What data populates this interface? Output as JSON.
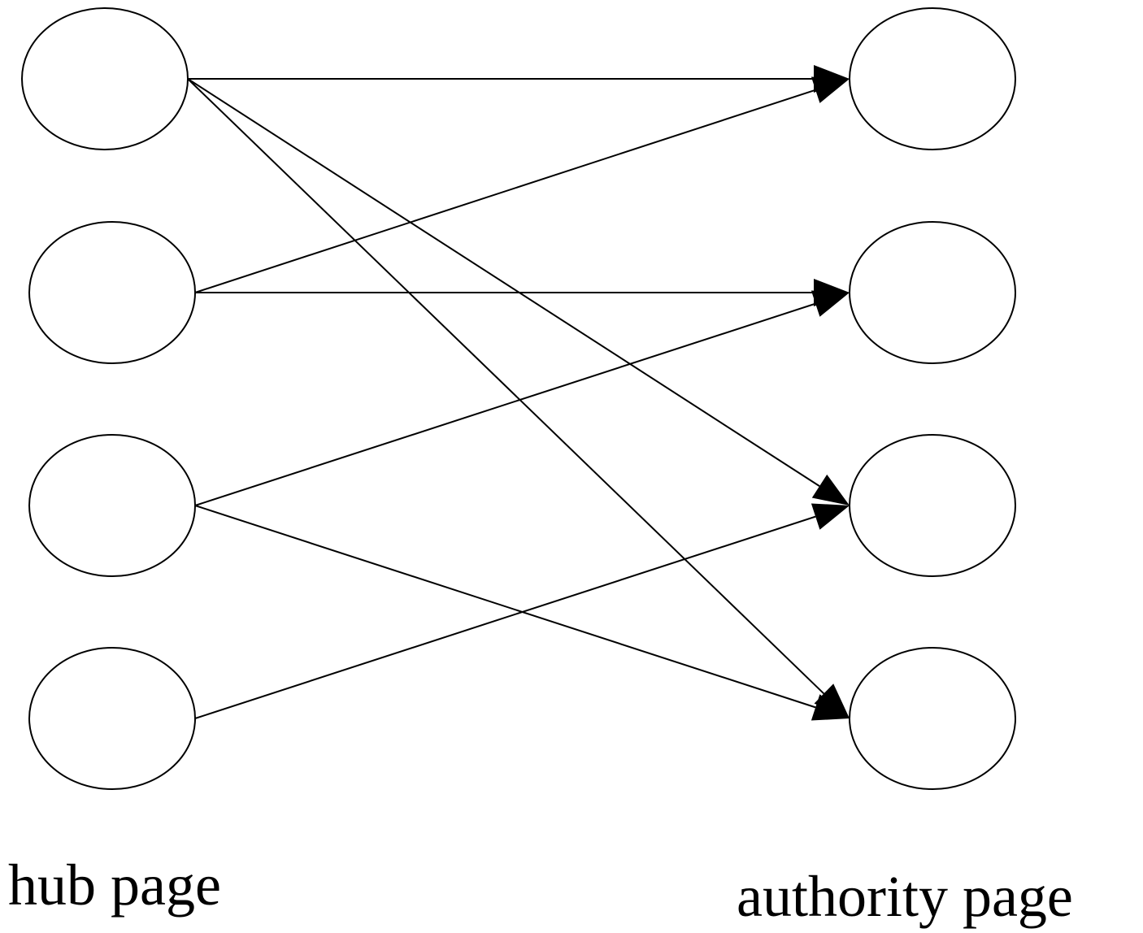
{
  "diagram": {
    "hub_label": "hub page",
    "authority_label": "authority page",
    "hub_nodes": [
      "hub-1",
      "hub-2",
      "hub-3",
      "hub-4"
    ],
    "authority_nodes": [
      "authority-1",
      "authority-2",
      "authority-3",
      "authority-4"
    ],
    "edges": [
      {
        "from": "hub-1",
        "to": "authority-1"
      },
      {
        "from": "hub-1",
        "to": "authority-3"
      },
      {
        "from": "hub-1",
        "to": "authority-4"
      },
      {
        "from": "hub-2",
        "to": "authority-1"
      },
      {
        "from": "hub-2",
        "to": "authority-2"
      },
      {
        "from": "hub-3",
        "to": "authority-2"
      },
      {
        "from": "hub-3",
        "to": "authority-4"
      },
      {
        "from": "hub-4",
        "to": "authority-3"
      }
    ],
    "colors": {
      "stroke": "#000000",
      "background": "#ffffff"
    }
  }
}
